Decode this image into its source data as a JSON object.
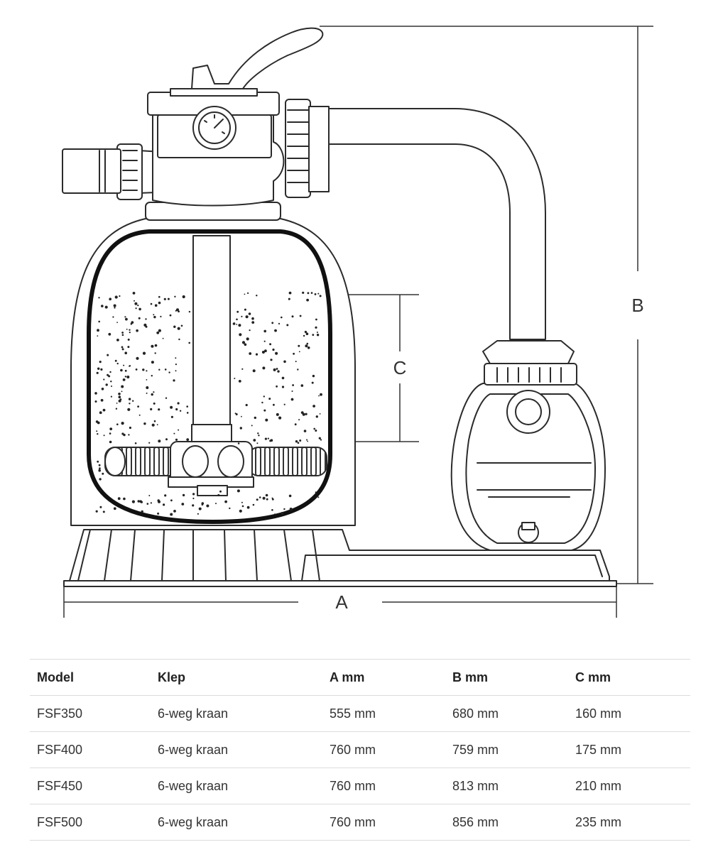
{
  "diagram": {
    "dimension_labels": {
      "a": "A",
      "b": "B",
      "c": "C"
    }
  },
  "table": {
    "columns": [
      "Model",
      "Klep",
      "A mm",
      "B mm",
      "C mm"
    ],
    "rows": [
      [
        "FSF350",
        "6-weg kraan",
        "555 mm",
        "680 mm",
        "160 mm"
      ],
      [
        "FSF400",
        "6-weg kraan",
        "760 mm",
        "759 mm",
        "175 mm"
      ],
      [
        "FSF450",
        "6-weg kraan",
        "760 mm",
        "813 mm",
        "210 mm"
      ],
      [
        "FSF500",
        "6-weg kraan",
        "760 mm",
        "856 mm",
        "235 mm"
      ]
    ]
  }
}
